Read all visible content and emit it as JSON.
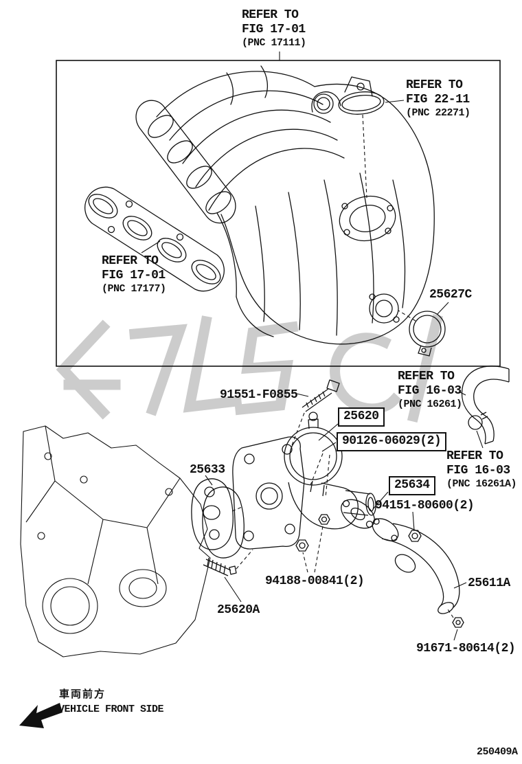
{
  "page": {
    "bg": "#ffffff",
    "ink": "#111111",
    "watermark_color": "#cccccc",
    "diagram_code": "250409A"
  },
  "refs": {
    "fig_17_01_top": {
      "l1": "REFER TO",
      "l2": "FIG 17-01",
      "l3": "(PNC 17111)"
    },
    "fig_22_11": {
      "l1": "REFER TO",
      "l2": "FIG 22-11",
      "l3": "(PNC 22271)"
    },
    "fig_17_01_gasket": {
      "l1": "REFER TO",
      "l2": "FIG 17-01",
      "l3": "(PNC 17177)"
    },
    "fig_16_03_hose": {
      "l1": "REFER TO",
      "l2": "FIG 16-03",
      "l3": "(PNC 16261)"
    },
    "fig_16_03_clamp": {
      "l1": "REFER TO",
      "l2": "FIG 16-03",
      "l3": "(PNC 16261A)"
    }
  },
  "parts": {
    "p25627C": "25627C",
    "p91551": "91551-F0855",
    "p25620": "25620",
    "p90126": "90126-06029(2)",
    "p25633": "25633",
    "p25634": "25634",
    "p94151": "94151-80600(2)",
    "p94188": "94188-00841(2)",
    "p25620A": "25620A",
    "p25611A": "25611A",
    "p91671": "91671-80614(2)"
  },
  "footer": {
    "front_jp": "車両前方",
    "front_en": "VEHICLE FRONT SIDE"
  }
}
